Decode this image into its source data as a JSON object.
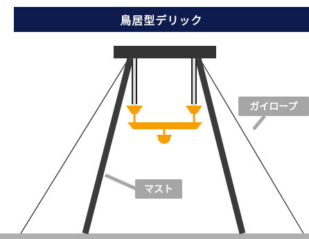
{
  "title": "鳥居型デリック",
  "labels": {
    "guy_rope": "ガイロープ",
    "mast": "マスト"
  },
  "colors": {
    "title_bar": "#0d1b4d",
    "title_text": "#ffffff",
    "beam": "#333333",
    "mast": "#3b3b3b",
    "hook_block": "#f5a000",
    "label_box": "#a6a6a6",
    "ground": "#b0b0b0",
    "guy_rope_line": "#222222"
  }
}
